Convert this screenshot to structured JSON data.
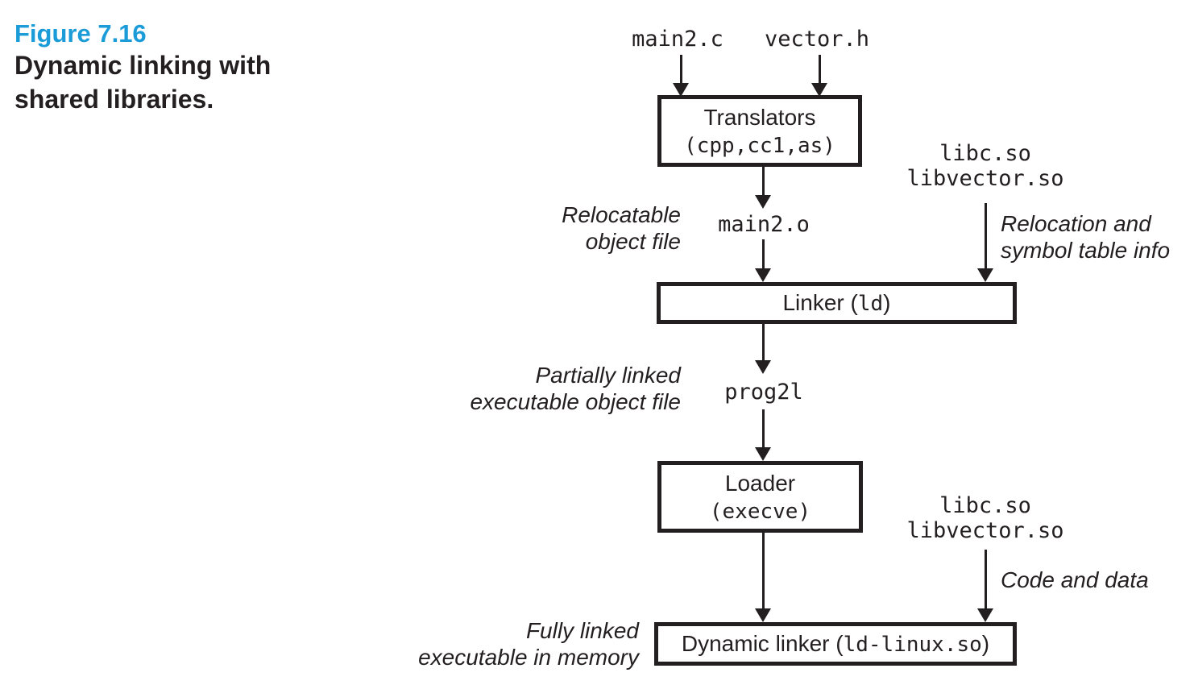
{
  "colors": {
    "figure_label_accent": "#1b9cd8",
    "ink": "#231f20"
  },
  "caption": {
    "figure_label": "Figure 7.16",
    "title_line1": "Dynamic linking with",
    "title_line2": "shared libraries."
  },
  "nodes": {
    "source_file": "main2.c",
    "header_file": "vector.h",
    "translators_title": "Translators",
    "translators_detail": "(cpp,cc1,as)",
    "relocatable_object_file": "main2.o",
    "linker_prefix": "Linker (",
    "linker_code": "ld",
    "linker_suffix": ")",
    "partial_executable": "prog2l",
    "loader_title": "Loader",
    "loader_detail": "(execve)",
    "dynamic_linker_prefix": "Dynamic linker (",
    "dynamic_linker_code": "ld-linux.so",
    "dynamic_linker_suffix": ")"
  },
  "shared_libs": {
    "top": {
      "line1": "libc.so",
      "line2": "libvector.so"
    },
    "bottom": {
      "line1": "libc.so",
      "line2": "libvector.so"
    }
  },
  "annotations": {
    "relocatable": {
      "line1": "Relocatable",
      "line2": "object file"
    },
    "relocation_info": {
      "line1": "Relocation and",
      "line2": "symbol table info"
    },
    "partially_linked": {
      "line1": "Partially linked",
      "line2": "executable object file"
    },
    "code_and_data": "Code and data",
    "fully_linked": {
      "line1": "Fully linked",
      "line2": "executable in memory"
    }
  }
}
